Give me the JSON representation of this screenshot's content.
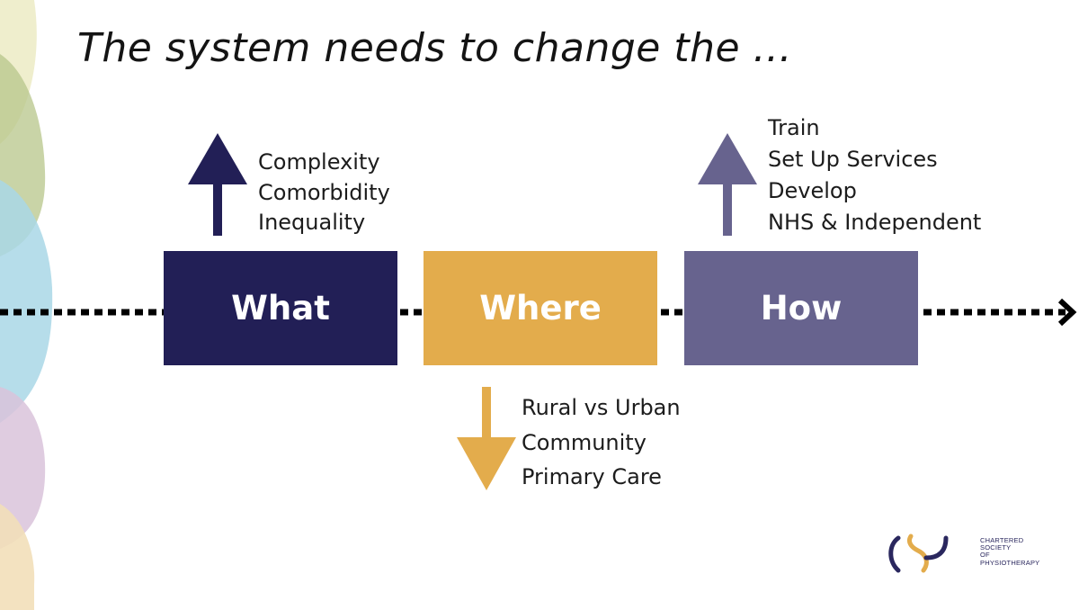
{
  "title": "The system needs to change the ...",
  "stages": [
    {
      "label": "What",
      "direction": "up",
      "color": "#221f56",
      "items": [
        "Complexity",
        "Comorbidity",
        "Inequality"
      ]
    },
    {
      "label": "Where",
      "direction": "down",
      "color": "#e3ac4c",
      "items": [
        "Rural vs Urban",
        "Community",
        "Primary Care"
      ]
    },
    {
      "label": "How",
      "direction": "up",
      "color": "#67638e",
      "items": [
        "Train",
        "Set Up Services",
        "Develop",
        "NHS & Independent"
      ]
    }
  ],
  "logo": {
    "lines": [
      "CHARTERED",
      "SOCIETY",
      "OF",
      "PHYSIOTHERAPY"
    ]
  }
}
